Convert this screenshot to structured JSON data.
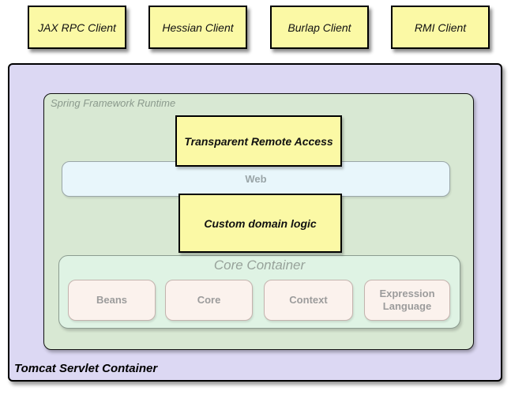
{
  "diagram": {
    "clients": [
      {
        "label": "JAX RPC Client"
      },
      {
        "label": "Hessian Client"
      },
      {
        "label": "Burlap Client"
      },
      {
        "label": "RMI Client"
      }
    ],
    "tomcat": {
      "label": "Tomcat Servlet Container"
    },
    "runtime": {
      "label": "Spring Framework Runtime"
    },
    "remote_access": {
      "label": "Transparent Remote Access"
    },
    "web": {
      "label": "Web"
    },
    "domain_logic": {
      "label": "Custom domain logic"
    },
    "core_container": {
      "label": "Core Container",
      "modules": [
        {
          "label": "Beans"
        },
        {
          "label": "Core"
        },
        {
          "label": "Context"
        },
        {
          "label": "Expression Language"
        }
      ]
    },
    "colors": {
      "yellow": "#FBF9A5",
      "lavender": "#DCD8F3",
      "green": "#D8E8D3",
      "mint": "#DFF3E4",
      "light_blue": "#E8F6FB",
      "pink": "#FBF2ED"
    }
  }
}
